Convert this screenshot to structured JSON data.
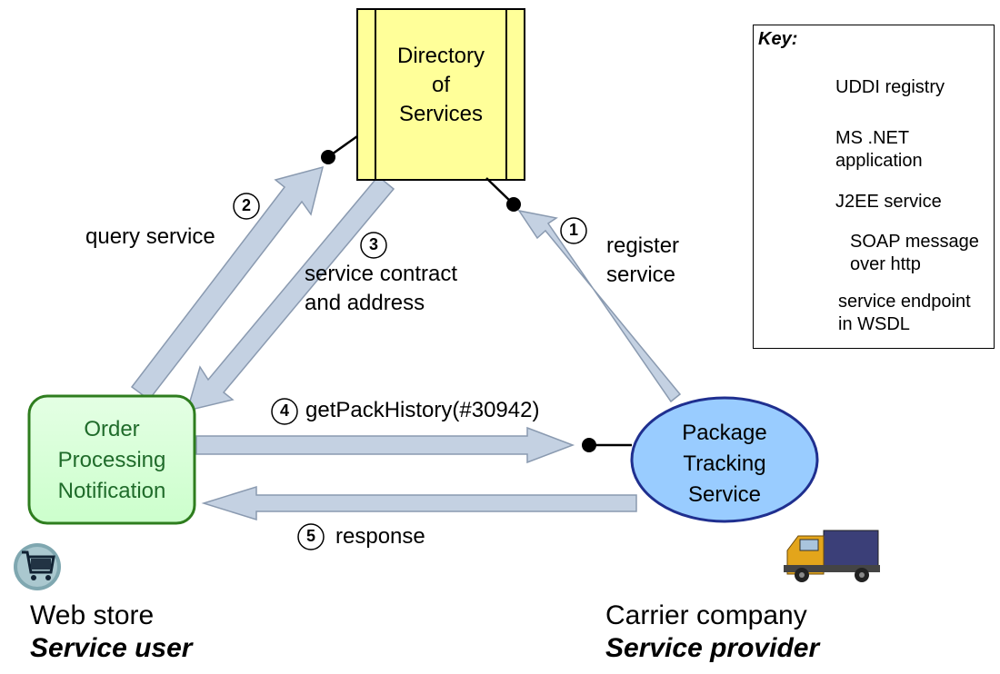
{
  "nodes": {
    "directory": "Directory of Services",
    "directory_lines": [
      "Directory",
      "of",
      "Services"
    ],
    "order_lines": [
      "Order",
      "Processing",
      "Notification"
    ],
    "package_lines": [
      "Package",
      "Tracking",
      "Service"
    ]
  },
  "steps": [
    {
      "num": "1",
      "label": "register service",
      "lines": [
        "register",
        "service"
      ]
    },
    {
      "num": "2",
      "label": "query service"
    },
    {
      "num": "3",
      "label": "service contract and address",
      "lines": [
        "service contract",
        "and address"
      ]
    },
    {
      "num": "4",
      "label": "getPackHistory(#30942)"
    },
    {
      "num": "5",
      "label": "response"
    }
  ],
  "key": {
    "title": "Key:",
    "uddi": "UDDI registry",
    "msnet_lines": [
      "MS .NET",
      "application"
    ],
    "j2ee": "J2EE service",
    "soap_lines": [
      "SOAP message",
      "over http"
    ],
    "endpoint_lines": [
      "service endpoint",
      "in WSDL"
    ]
  },
  "captions": {
    "left": {
      "line1": "Web store",
      "line2": "Service user"
    },
    "right": {
      "line1": "Carrier company",
      "line2": "Service provider"
    }
  },
  "colors": {
    "uddi_fill": "#ffff99",
    "msnet_fill": "#ccffcc",
    "msnet_border": "#2e7d1e",
    "j2ee_fill": "#99ccff",
    "j2ee_border": "#1f2f8f",
    "arrow_fill": "#c4d1e2",
    "arrow_stroke": "#8a9ab0"
  },
  "icons": [
    "shopping-cart-icon",
    "delivery-truck-icon"
  ]
}
